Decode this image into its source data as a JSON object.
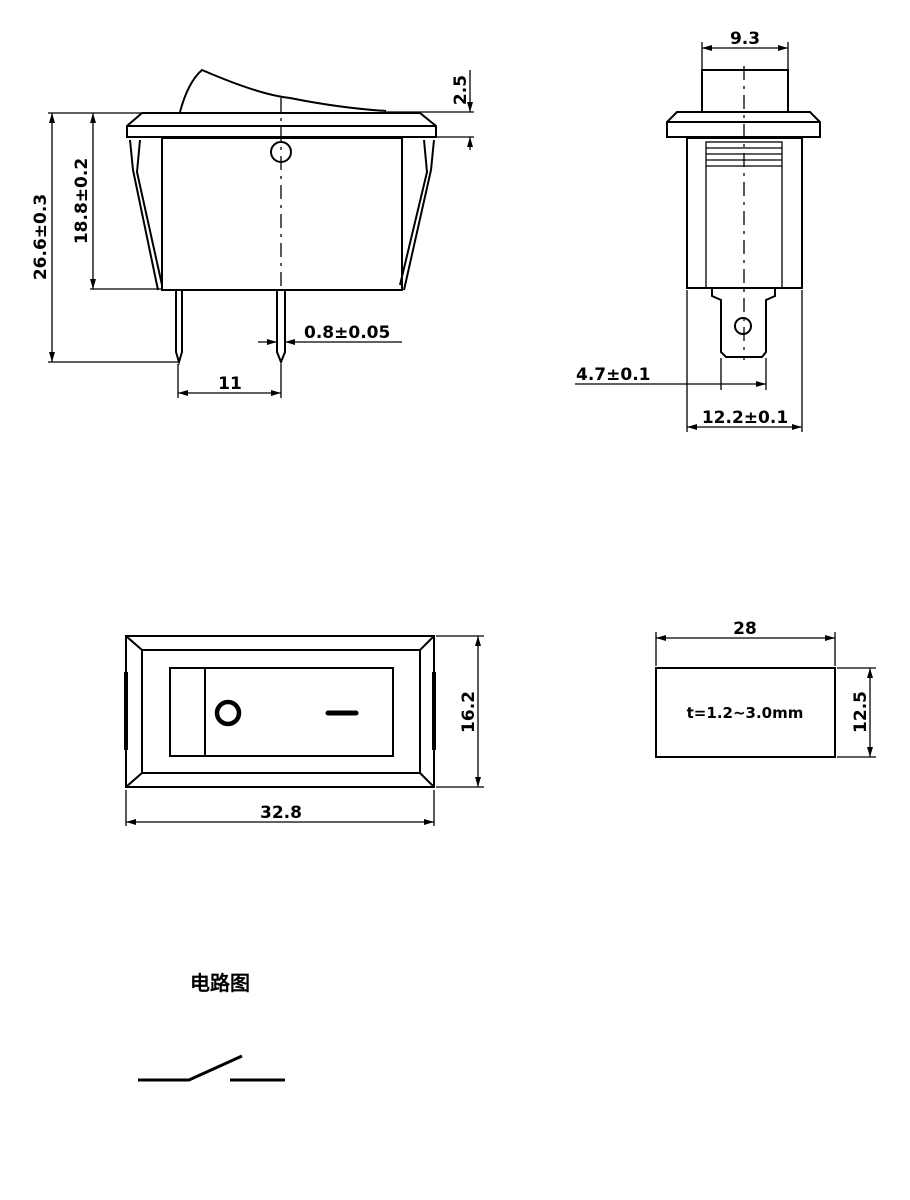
{
  "front_view": {
    "dim_total_height": "26.6±0.3",
    "dim_body_height": "18.8±0.2",
    "dim_rocker_height": "2.5",
    "dim_pin_pitch": "11",
    "dim_pin_thickness": "0.8±0.05"
  },
  "side_view": {
    "dim_rocker_width": "9.3",
    "dim_terminal_width": "4.7±0.1",
    "dim_body_width": "12.2±0.1"
  },
  "top_view": {
    "dim_length": "32.8",
    "dim_height": "16.2",
    "symbol_off": "O",
    "symbol_on": "—"
  },
  "panel_cutout": {
    "dim_width": "28",
    "dim_height": "12.5",
    "thickness_note": "t=1.2~3.0mm"
  },
  "circuit": {
    "title": "电路图"
  }
}
